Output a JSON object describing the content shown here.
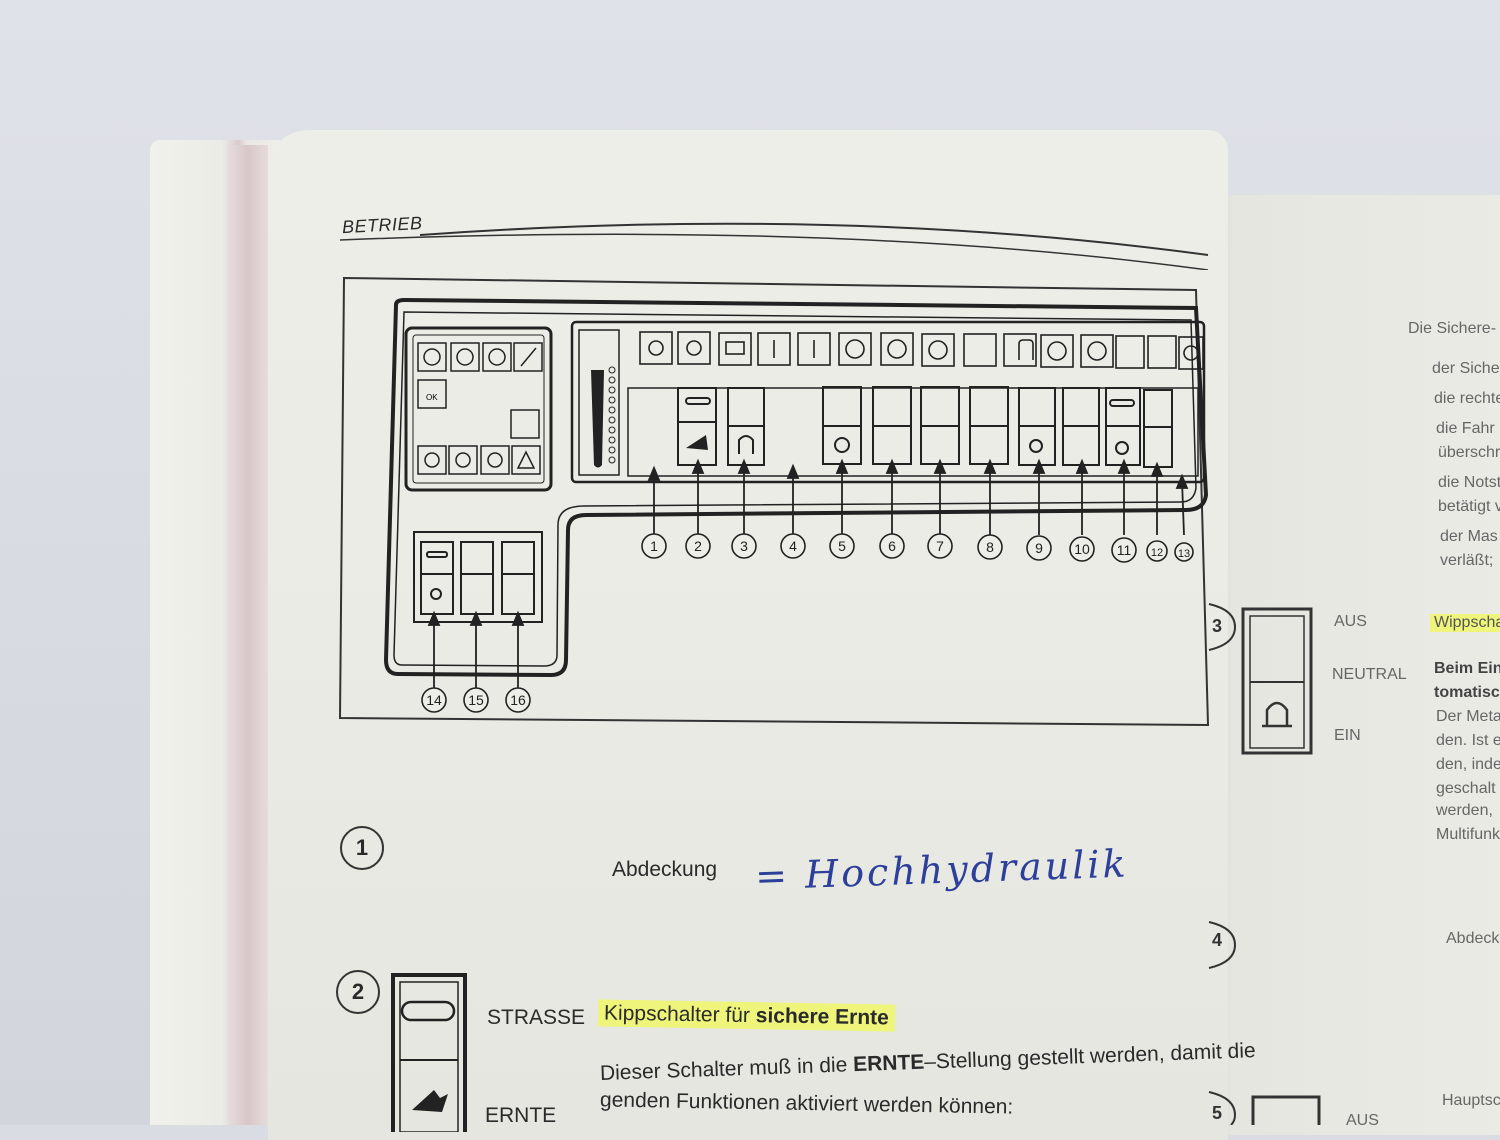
{
  "header": {
    "title": "BETRIEB"
  },
  "diagram": {
    "callouts_top": [
      "1",
      "2",
      "3",
      "4",
      "5",
      "6",
      "7",
      "8",
      "9",
      "10",
      "11",
      "12",
      "13"
    ],
    "callouts_bottom": [
      "14",
      "15",
      "16"
    ]
  },
  "section1": {
    "number": "1",
    "label": "Abdeckung",
    "handwritten": "= Hochhydraulik"
  },
  "section2": {
    "number": "2",
    "position_top": "STRASSE",
    "position_bottom": "ERNTE",
    "highlight_plain": "Kippschalter für ",
    "highlight_bold": "sichere Ernte",
    "desc_line1_pre": "Dieser Schalter muß in die ",
    "desc_line1_bold": "ERNTE",
    "desc_line1_post": "–Stellung gestellt werden, damit die",
    "desc_line2": "genden Funktionen aktiviert werden können:"
  },
  "right_page": {
    "intro": "Die Sichere-",
    "bullets": [
      "der Siche",
      "die rechte",
      "die Fahr",
      "überschr",
      "die Notst",
      "betätigt v",
      "der Mas",
      "verläßt;"
    ],
    "sec3_num": "3",
    "switch_positions": [
      "AUS",
      "NEUTRAL",
      "EIN"
    ],
    "sec3_highlight": "Wippschal",
    "sec3_lines_bold": [
      "Beim Ein",
      "tomatisc"
    ],
    "sec3_lines": [
      "Der Meta",
      "den. Ist e",
      "den, inde",
      "geschalt",
      "werden,",
      "Multifunk"
    ],
    "sec4_num": "4",
    "sec4_label": "Abdeck",
    "sec5_num": "5",
    "sec5_label": "Hauptsc",
    "sec5_aus": "AUS"
  },
  "colors": {
    "highlight": "#eef57a",
    "ink_blue": "#2c3f9a",
    "line": "#2a2a2a"
  }
}
